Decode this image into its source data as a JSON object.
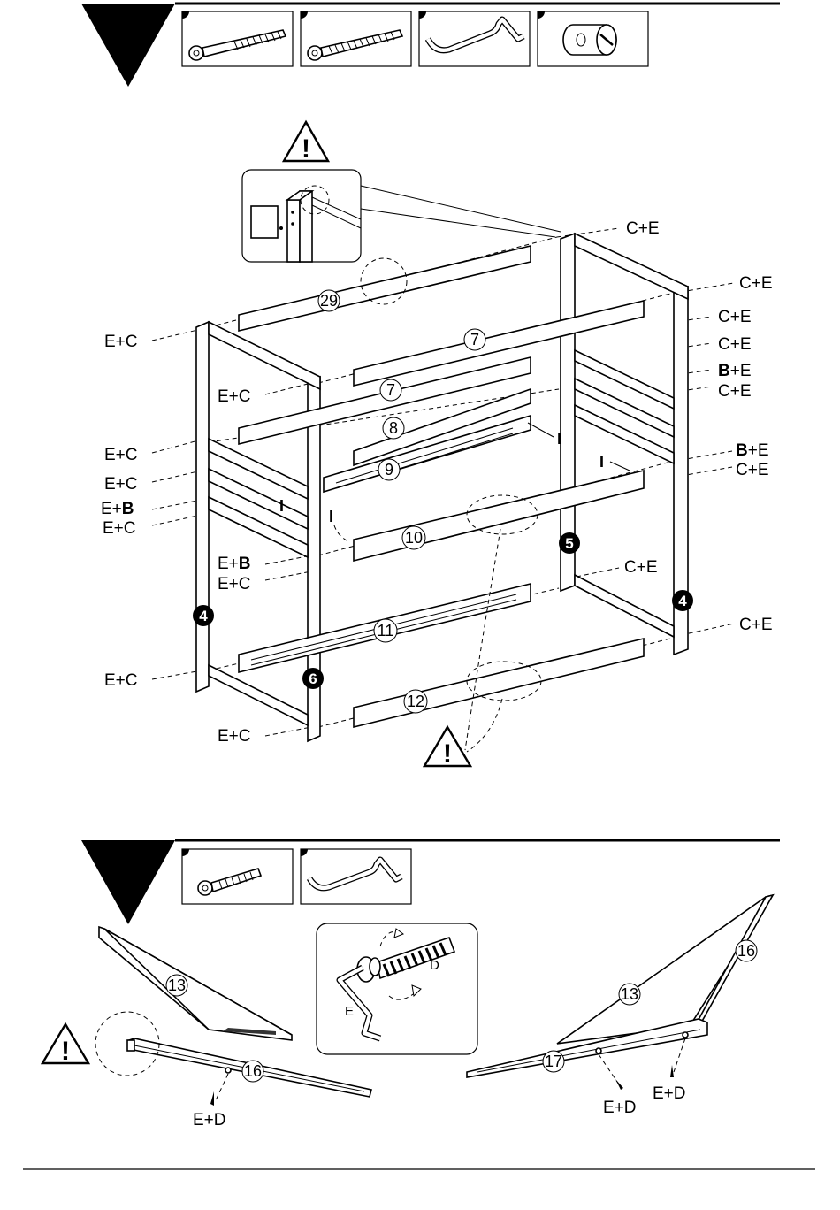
{
  "hardware_labels": {
    "ce": "C+E",
    "ec": "E+C",
    "be": "B+E",
    "eb": "E+B",
    "ed": "E+D",
    "e": "E",
    "d": "D",
    "insert": "I",
    "bold_b": "B",
    "plus_e": "+E",
    "e_plus": "E+"
  },
  "part_numbers": {
    "p4": "4",
    "p5": "5",
    "p6": "6",
    "p7": "7",
    "p8": "8",
    "p9": "9",
    "p10": "10",
    "p11": "11",
    "p12": "12",
    "p13": "13",
    "p16": "16",
    "p17": "17",
    "p29": "29"
  },
  "warning_symbol": "!",
  "colors": {
    "ink": "#000000",
    "paper": "#ffffff"
  },
  "icons": [
    "step-marker-triangle-icon",
    "bolt-long-icon",
    "bolt-threaded-icon",
    "allen-key-icon",
    "barrel-nut-icon",
    "warning-icon"
  ]
}
